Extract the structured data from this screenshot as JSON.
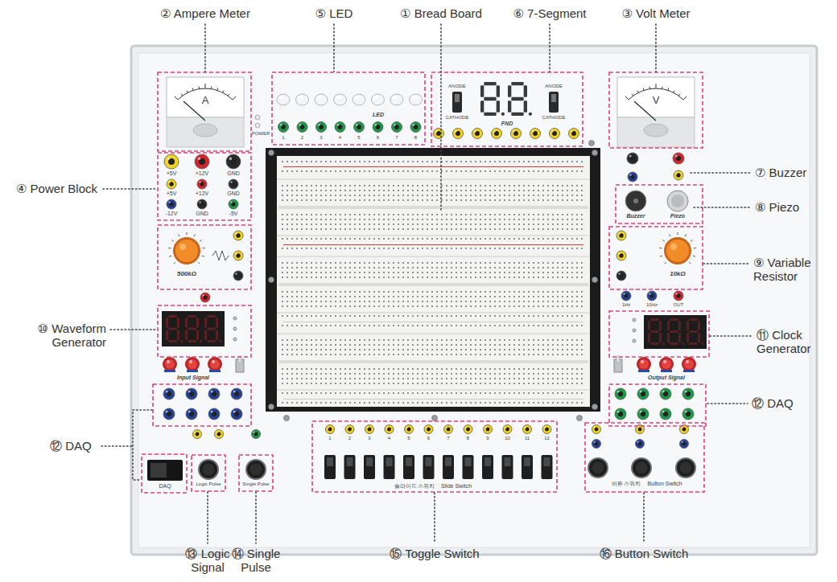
{
  "diagram": {
    "labels": [
      "② Ampere Meter",
      "⑤ LED",
      "① Bread Board",
      "⑥ 7-Segment",
      "③ Volt Meter",
      "④ Power Block",
      "⑦ Buzzer",
      "⑧ Piezo",
      "⑨ Variable Resistor",
      "⑩ Waveform Generator",
      "⑪ Clock Generator",
      "⑫ DAQ",
      "⑫ DAQ",
      "⑬ Logic Signal",
      "⑭ Single Pulse",
      "⑮ Toggle Switch",
      "⑯ Button Switch",
      "A",
      "V",
      "POWER",
      "LED",
      "1",
      "2",
      "3",
      "4",
      "5",
      "6",
      "7",
      "8",
      "ANODE",
      "CATHODE",
      "FND",
      "ANODE",
      "CATHODE",
      "+5V",
      "+12V",
      "GND",
      "+5V",
      "+12V",
      "GND",
      "-12V",
      "GND",
      "-5V",
      "500kΩ",
      "10kΩ",
      "Buzzer",
      "Piezo",
      "1Hz",
      "10Hz",
      "OUT",
      "Input Signal",
      "Output Signal",
      "DAQ",
      "Logic Pulse",
      "Single Pulse",
      "1",
      "2",
      "3",
      "4",
      "5",
      "6",
      "7",
      "8",
      "9",
      "10",
      "11",
      "12",
      "슬라이드 스위치",
      "Slide Switch",
      "버튼 스위치",
      "Button Switch"
    ]
  }
}
